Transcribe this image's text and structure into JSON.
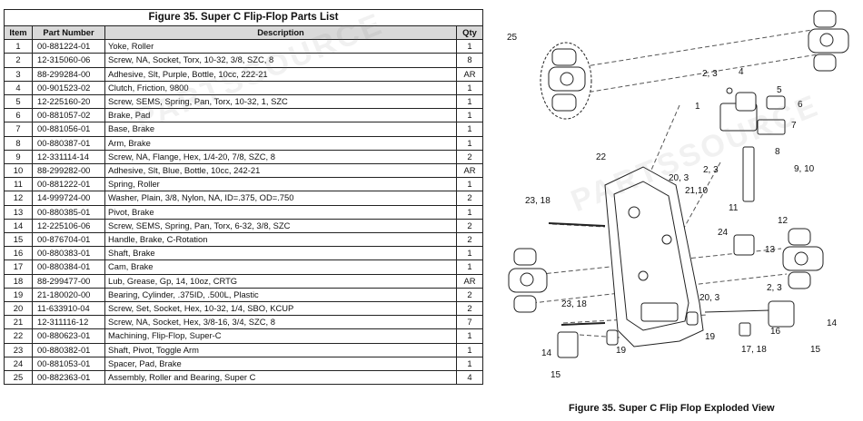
{
  "table": {
    "title": "Figure 35.  Super C Flip-Flop Parts List",
    "headers": [
      "Item",
      "Part Number",
      "Description",
      "Qty"
    ],
    "rows": [
      [
        "1",
        "00-881224-01",
        "Yoke, Roller",
        "1"
      ],
      [
        "2",
        "12-315060-06",
        "Screw, NA, Socket, Torx, 10-32, 3/8, SZC, 8",
        "8"
      ],
      [
        "3",
        "88-299284-00",
        "Adhesive, Slt, Purple, Bottle, 10cc, 222-21",
        "AR"
      ],
      [
        "4",
        "00-901523-02",
        "Clutch, Friction, 9800",
        "1"
      ],
      [
        "5",
        "12-225160-20",
        "Screw, SEMS, Spring, Pan, Torx, 10-32, 1, SZC",
        "1"
      ],
      [
        "6",
        "00-881057-02",
        "Brake, Pad",
        "1"
      ],
      [
        "7",
        "00-881056-01",
        "Base, Brake",
        "1"
      ],
      [
        "8",
        "00-880387-01",
        "Arm, Brake",
        "1"
      ],
      [
        "9",
        "12-331114-14",
        "Screw, NA, Flange, Hex, 1/4-20, 7/8, SZC, 8",
        "2"
      ],
      [
        "10",
        "88-299282-00",
        "Adhesive, Slt, Blue, Bottle, 10cc, 242-21",
        "AR"
      ],
      [
        "11",
        "00-881222-01",
        "Spring, Roller",
        "1"
      ],
      [
        "12",
        "14-999724-00",
        "Washer, Plain, 3/8, Nylon, NA, ID=.375, OD=.750",
        "2"
      ],
      [
        "13",
        "00-880385-01",
        "Pivot, Brake",
        "1"
      ],
      [
        "14",
        "12-225106-06",
        "Screw, SEMS, Spring, Pan, Torx, 6-32, 3/8, SZC",
        "2"
      ],
      [
        "15",
        "00-876704-01",
        "Handle, Brake, C-Rotation",
        "2"
      ],
      [
        "16",
        "00-880383-01",
        "Shaft, Brake",
        "1"
      ],
      [
        "17",
        "00-880384-01",
        "Cam, Brake",
        "1"
      ],
      [
        "18",
        "88-299477-00",
        "Lub, Grease, Gp, 14, 10oz, CRTG",
        "AR"
      ],
      [
        "19",
        "21-180020-00",
        "Bearing, Cylinder, .375ID, .500L, Plastic",
        "2"
      ],
      [
        "20",
        "11-633910-04",
        "Screw, Set, Socket, Hex, 10-32, 1/4, SBO, KCUP",
        "2"
      ],
      [
        "21",
        "12-311116-12",
        "Screw, NA, Socket, Hex, 3/8-16, 3/4, SZC, 8",
        "7"
      ],
      [
        "22",
        "00-880623-01",
        "Machining, Flip-Flop, Super-C",
        "1"
      ],
      [
        "23",
        "00-880382-01",
        "Shaft, Pivot, Toggle Arm",
        "1"
      ],
      [
        "24",
        "00-881053-01",
        "Spacer, Pad, Brake",
        "1"
      ],
      [
        "25",
        "00-882363-01",
        "Assembly, Roller and Bearing, Super C",
        "4"
      ]
    ]
  },
  "diagram": {
    "caption": "Figure 35.  Super C Flip Flop Exploded View",
    "callouts": [
      "25",
      "2, 3",
      "4",
      "5",
      "1",
      "6",
      "7",
      "8",
      "22",
      "2, 3",
      "9, 10",
      "20, 3",
      "21,10",
      "23, 18",
      "11",
      "24",
      "12",
      "13",
      "23, 18",
      "20, 3",
      "2, 3",
      "16",
      "14",
      "19",
      "19",
      "17, 18",
      "15",
      "14",
      "15"
    ]
  },
  "watermark": "PARTSSOURCE"
}
